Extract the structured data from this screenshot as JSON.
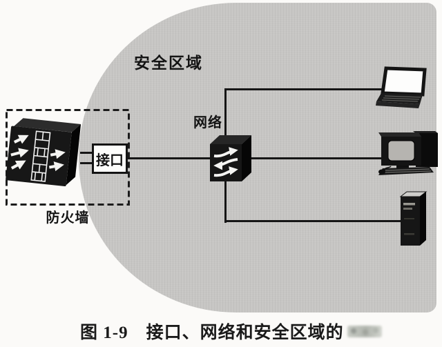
{
  "figure": {
    "zone_label": "安全区域",
    "network_label": "网络",
    "interface_label": "接口",
    "firewall_label": "防火墙"
  },
  "caption": {
    "figure_label": "图 1-9",
    "title": "接口、网络和安全区域的"
  },
  "icons": {
    "firewall": "firewall-icon",
    "network_switch": "network-switch-icon",
    "laptop": "laptop-icon",
    "desktop_computer": "desktop-computer-icon",
    "server": "server-tower-icon"
  },
  "colors": {
    "zone_fill": "#c7c6c4",
    "line": "#161616",
    "device_dark": "#151515",
    "paper": "#fbfaf8"
  }
}
